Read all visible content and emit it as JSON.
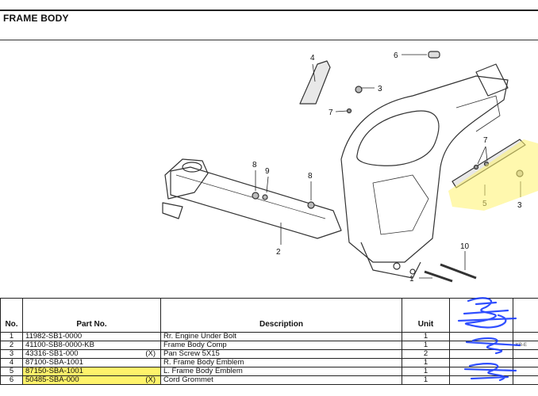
{
  "document": {
    "title": "FRAME BODY"
  },
  "diagram": {
    "callouts": [
      "1",
      "2",
      "3",
      "3",
      "4",
      "5",
      "6",
      "7",
      "7",
      "8",
      "8",
      "9",
      "10"
    ]
  },
  "table": {
    "headers": {
      "no": "No.",
      "part_no": "Part No.",
      "description": "Description",
      "unit": "Unit",
      "col5": "",
      "col6": ""
    },
    "rows": [
      {
        "no": "1",
        "part_no": "11982-SB1-0000",
        "x": "",
        "description": "Rr. Engine Under Bolt",
        "unit": "1",
        "extra": "",
        "highlight": false
      },
      {
        "no": "2",
        "part_no": "41100-SB8-0000-KB",
        "x": "",
        "description": "Frame Body Comp",
        "unit": "1",
        "extra": "KB-E",
        "highlight": false
      },
      {
        "no": "3",
        "part_no": "43316-SB1-000",
        "x": "(X)",
        "description": "Pan Screw 5X15",
        "unit": "2",
        "extra": "",
        "highlight": false
      },
      {
        "no": "4",
        "part_no": "87100-SBA-1001",
        "x": "",
        "description": "R. Frame Body Emblem",
        "unit": "1",
        "extra": "",
        "highlight": false
      },
      {
        "no": "5",
        "part_no": "87150-SBA-1001",
        "x": "",
        "description": "L. Frame Body Emblem",
        "unit": "1",
        "extra": "",
        "highlight": true
      },
      {
        "no": "6",
        "part_no": "50485-SBA-000",
        "x": "(X)",
        "description": "Cord Grommet",
        "unit": "1",
        "extra": "",
        "highlight": true
      }
    ]
  },
  "colors": {
    "highlight": "#fff36b",
    "scribble": "#1a3cff"
  }
}
